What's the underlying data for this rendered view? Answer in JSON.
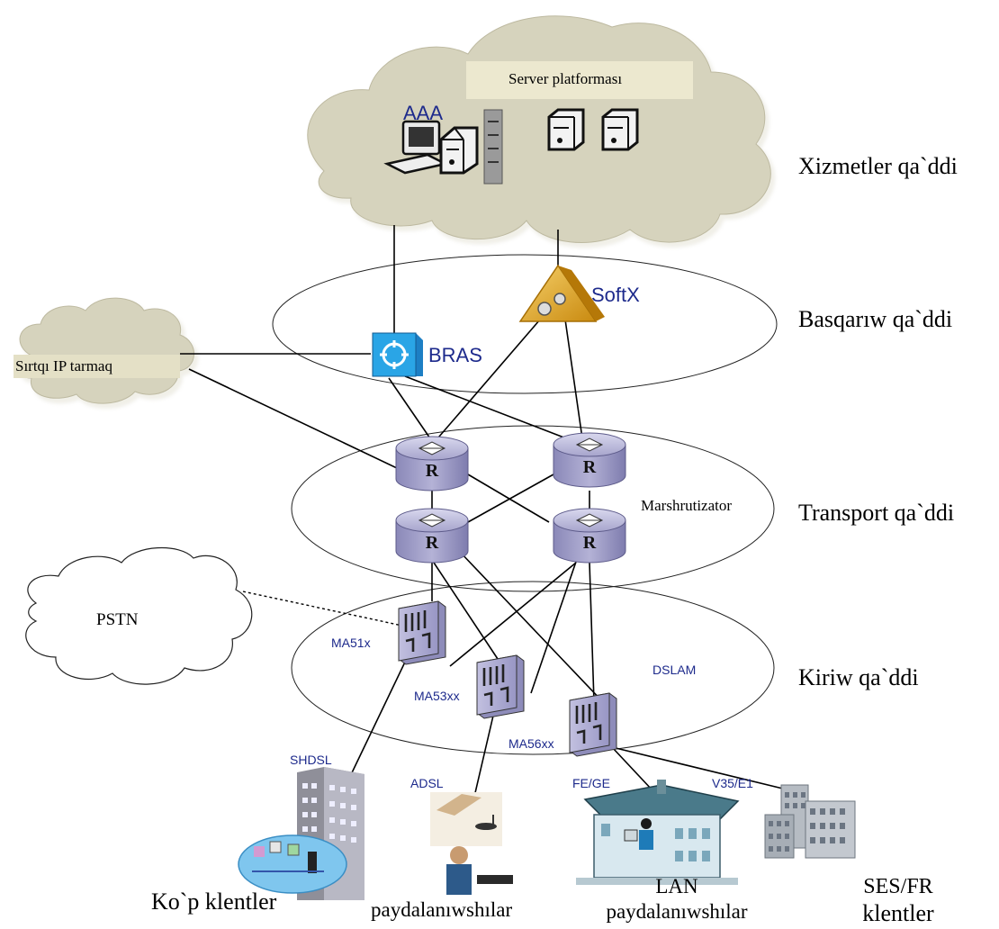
{
  "layers": {
    "services": "Xizmetler qa`ddi",
    "control": "Basqarıw qa`ddi",
    "transport": "Transport qa`ddi",
    "access": "Kiriw qa`ddi"
  },
  "nodes": {
    "server_platform": "Server platforması",
    "aaa": "AAA",
    "softx": "SoftX",
    "bras": "BRAS",
    "external_ip": "Sırtqı IP tarmaq",
    "router_letter": "R",
    "router_label": "Marshrutizator",
    "pstn": "PSTN",
    "ma51": "MA51x",
    "ma53": "MA53xx",
    "ma56": "MA56xx",
    "dslam": "DSLAM"
  },
  "links": {
    "shdsl": "SHDSL",
    "adsl": "ADSL",
    "fe_ge": "FE/GE",
    "v35": "V35/E1"
  },
  "clients": {
    "multi": "Ko`p klentler",
    "users": "paydalanıwshılar",
    "lan_line1": "LAN",
    "lan_line2": "paydalanıwshılar",
    "ses_line1": "SES/FR",
    "ses_line2": "klentler"
  },
  "colors": {
    "cloud": "#d6d3bd",
    "router": "#a8a6cc",
    "bras": "#2a9fdb",
    "softx": "#e8a81c",
    "label_blue": "#1d2a8c"
  }
}
